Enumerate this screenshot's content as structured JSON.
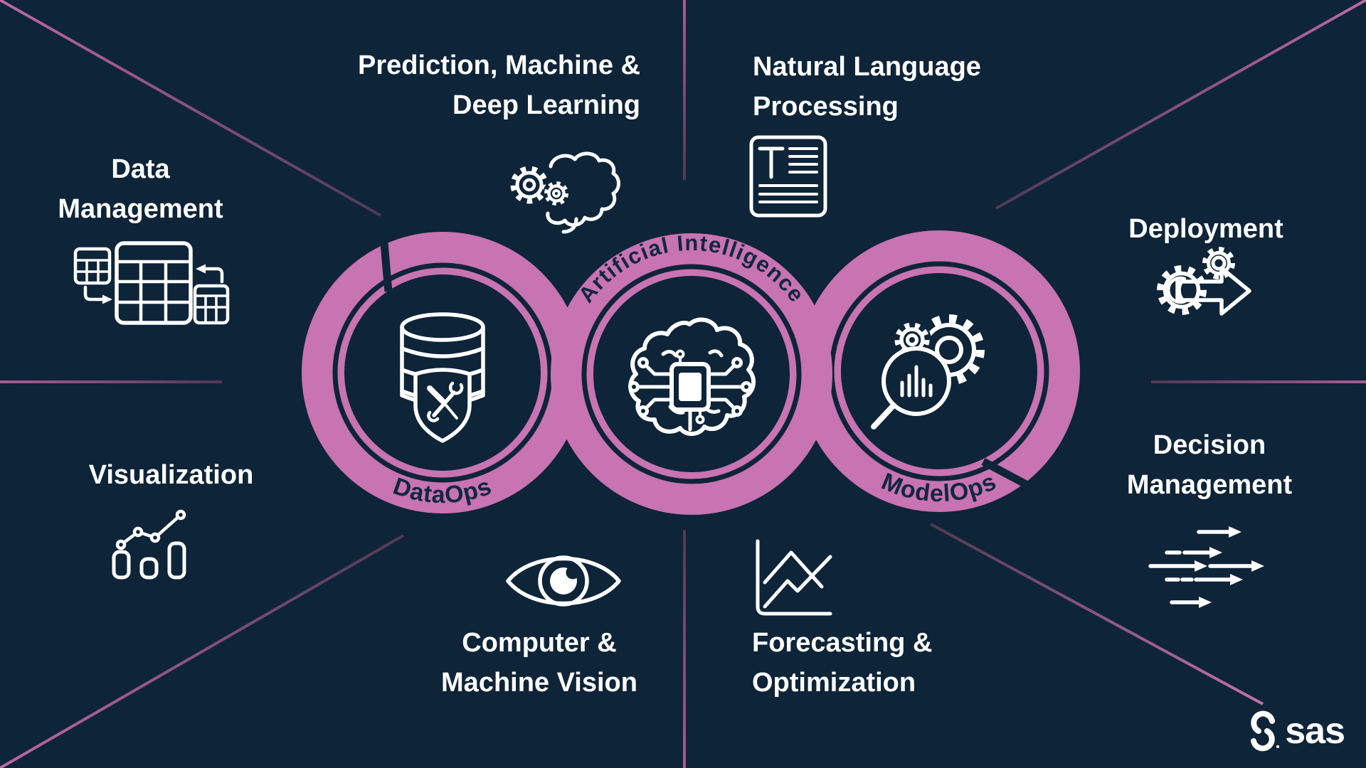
{
  "colors": {
    "background": "#0e2438",
    "ring_pink": "#c873b2",
    "divider_bright": "#bd68a8",
    "divider_dim": "#4f3a55",
    "ring_text_navy": "#11283e",
    "icon_stroke": "#ffffff"
  },
  "rings": {
    "left_label": "DataOps",
    "center_label": "Artificial Intelligence",
    "right_label": "ModelOps"
  },
  "capabilities": {
    "data_management": {
      "line1": "Data",
      "line2": "Management",
      "icon": "data-tables-icon"
    },
    "prediction": {
      "line1": "Prediction, Machine &",
      "line2": "Deep Learning",
      "icon": "brain-gears-icon"
    },
    "nlp": {
      "line1": "Natural Language",
      "line2": "Processing",
      "icon": "document-text-icon"
    },
    "deployment": {
      "line1": "Deployment",
      "icon": "gears-arrow-icon"
    },
    "decision_management": {
      "line1": "Decision",
      "line2": "Management",
      "icon": "speed-arrows-icon"
    },
    "visualization": {
      "line1": "Visualization",
      "icon": "bar-scatter-icon"
    },
    "computer_vision": {
      "line1": "Computer &",
      "line2": "Machine Vision",
      "icon": "eye-icon"
    },
    "forecasting": {
      "line1": "Forecasting &",
      "line2": "Optimization",
      "icon": "chart-lines-icon"
    }
  },
  "center_icons": {
    "left": "database-shield-icon",
    "middle": "brain-chip-icon",
    "right": "gears-magnifier-icon"
  },
  "logo": {
    "text": "sas"
  }
}
